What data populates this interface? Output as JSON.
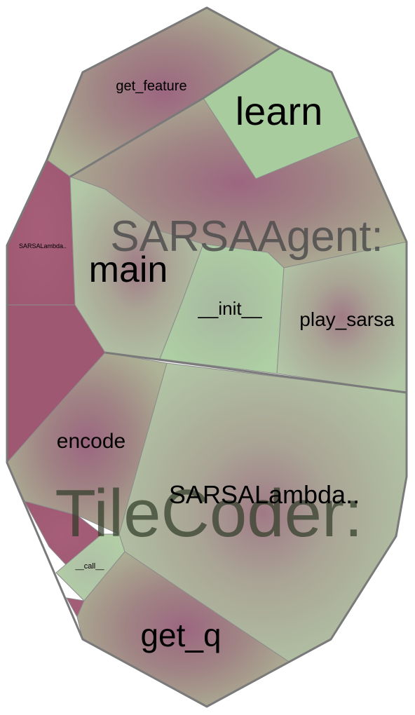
{
  "diagram": {
    "groups": [
      {
        "label": "SARSAAgent:"
      },
      {
        "label": "TileCoder:"
      }
    ],
    "cells": [
      {
        "id": "get-feature",
        "label": "get_feature"
      },
      {
        "id": "learn",
        "label": "learn"
      },
      {
        "id": "sarsaagent-body",
        "label": ""
      },
      {
        "id": "sarsalambda-small",
        "label": "SARSALambda.."
      },
      {
        "id": "main",
        "label": "main"
      },
      {
        "id": "init",
        "label": "__init__"
      },
      {
        "id": "play-sarsa",
        "label": "play_sarsa"
      },
      {
        "id": "left-unlabeled",
        "label": ""
      },
      {
        "id": "encode",
        "label": "encode"
      },
      {
        "id": "sarsalambda-large",
        "label": "SARSALambda.."
      },
      {
        "id": "call",
        "label": "__call__"
      },
      {
        "id": "get-q",
        "label": "get_q"
      },
      {
        "id": "tiny-unlabeled",
        "label": ""
      }
    ],
    "colors": {
      "green": "#a8c8a0",
      "mauve": "#a35d77",
      "gray_green": "#b3b79a",
      "outline": "#7a7a7a"
    }
  }
}
